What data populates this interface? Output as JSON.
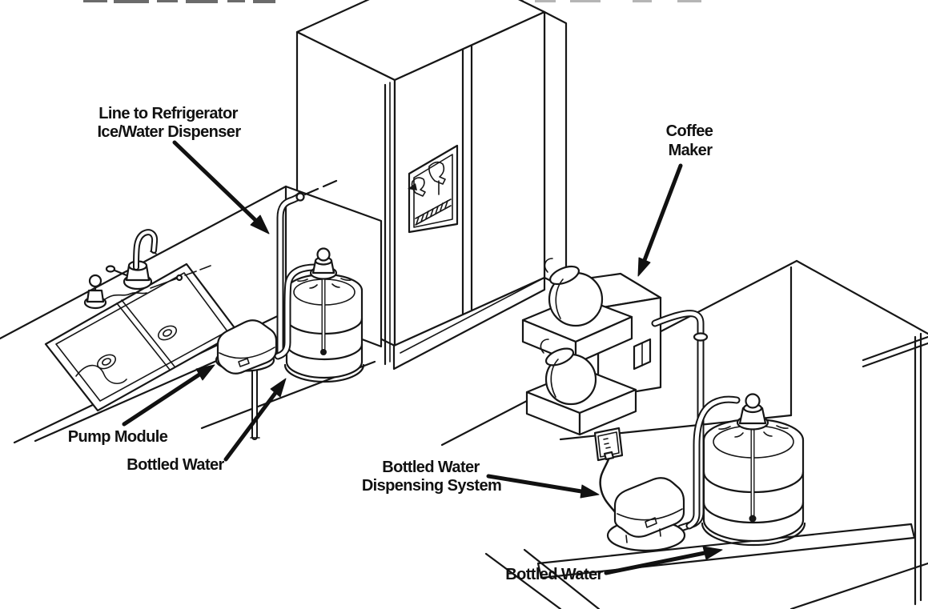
{
  "diagram": {
    "background": "#ffffff",
    "line_color": "#161616",
    "labels": {
      "line_to_refrigerator": {
        "line1": "Line to Refrigerator",
        "line2": "Ice/Water Dispenser"
      },
      "coffee_maker": {
        "line1": "Coffee",
        "line2": "Maker"
      },
      "pump_module": {
        "text": "Pump Module"
      },
      "bottled_water_left": {
        "text": "Bottled Water"
      },
      "bottled_water_dispensing_system": {
        "line1": "Bottled Water",
        "line2": "Dispensing System"
      },
      "bottled_water_right": {
        "text": "Bottled Water"
      }
    }
  }
}
